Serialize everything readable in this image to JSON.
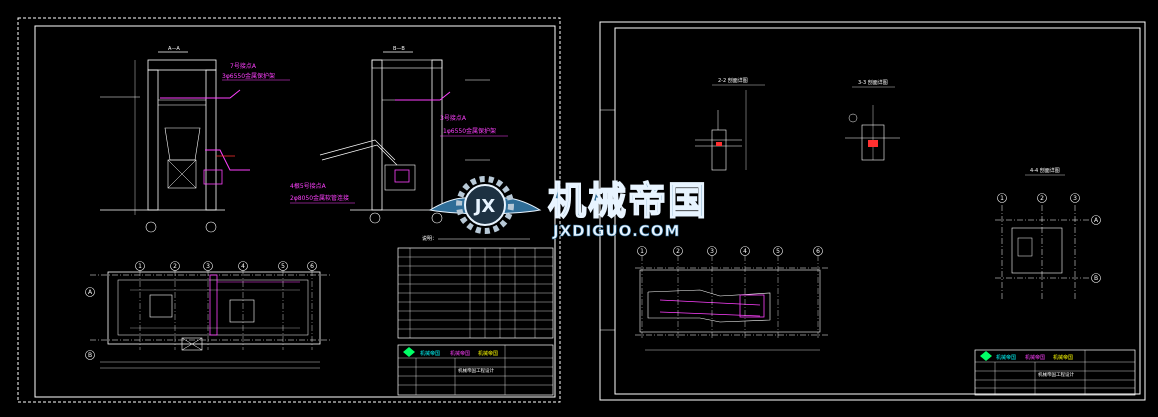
{
  "watermark": {
    "logo_text": "JX",
    "title_cn": "机械帝国",
    "site": "JXDIGUO.COM",
    "colors": {
      "fill": "#2f6d97",
      "outline": "#e8f4ff",
      "gear": "#b7c8d6"
    }
  },
  "left_sheet": {
    "section_a_title": "A—A",
    "section_b_title": "B—B",
    "note_label": "说明：",
    "callout_1_title": "7号接点A",
    "callout_1_spec": "3φ6550金属保护架",
    "callout_2_title": "3号接点A",
    "callout_2_spec": "1φ6550金属保护架",
    "callout_3_title": "4根5号接点A",
    "callout_3_spec": "2φ8050金属软管连接",
    "grid_columns": [
      "1",
      "2",
      "3",
      "4",
      "5",
      "6"
    ],
    "grid_rows": [
      "A",
      "B"
    ],
    "company_rows": [
      "机械帝国",
      "机械帝国",
      "机械帝国"
    ],
    "title_block_caption": "机械帝国工程设计"
  },
  "right_sheet": {
    "detail_1_title": "2-2 剖面详图",
    "detail_2_title": "3-3 剖面详图",
    "detail_3_title": "4-4 剖面详图",
    "plan_columns": [
      "1",
      "2",
      "3",
      "4",
      "5",
      "6"
    ],
    "small_plan_columns": [
      "1",
      "2",
      "3"
    ],
    "small_plan_rows": [
      "A",
      "B"
    ],
    "company_rows": [
      "机械帝国",
      "机械帝国",
      "机械帝国"
    ],
    "title_block_caption": "机械帝国工程设计"
  },
  "colors": {
    "background": "#000000",
    "line": "#ffffff",
    "magenta": "#ff40ff",
    "cyan": "#00ffff",
    "green": "#00ff66",
    "red": "#ff3030",
    "yellow": "#ffff00"
  }
}
